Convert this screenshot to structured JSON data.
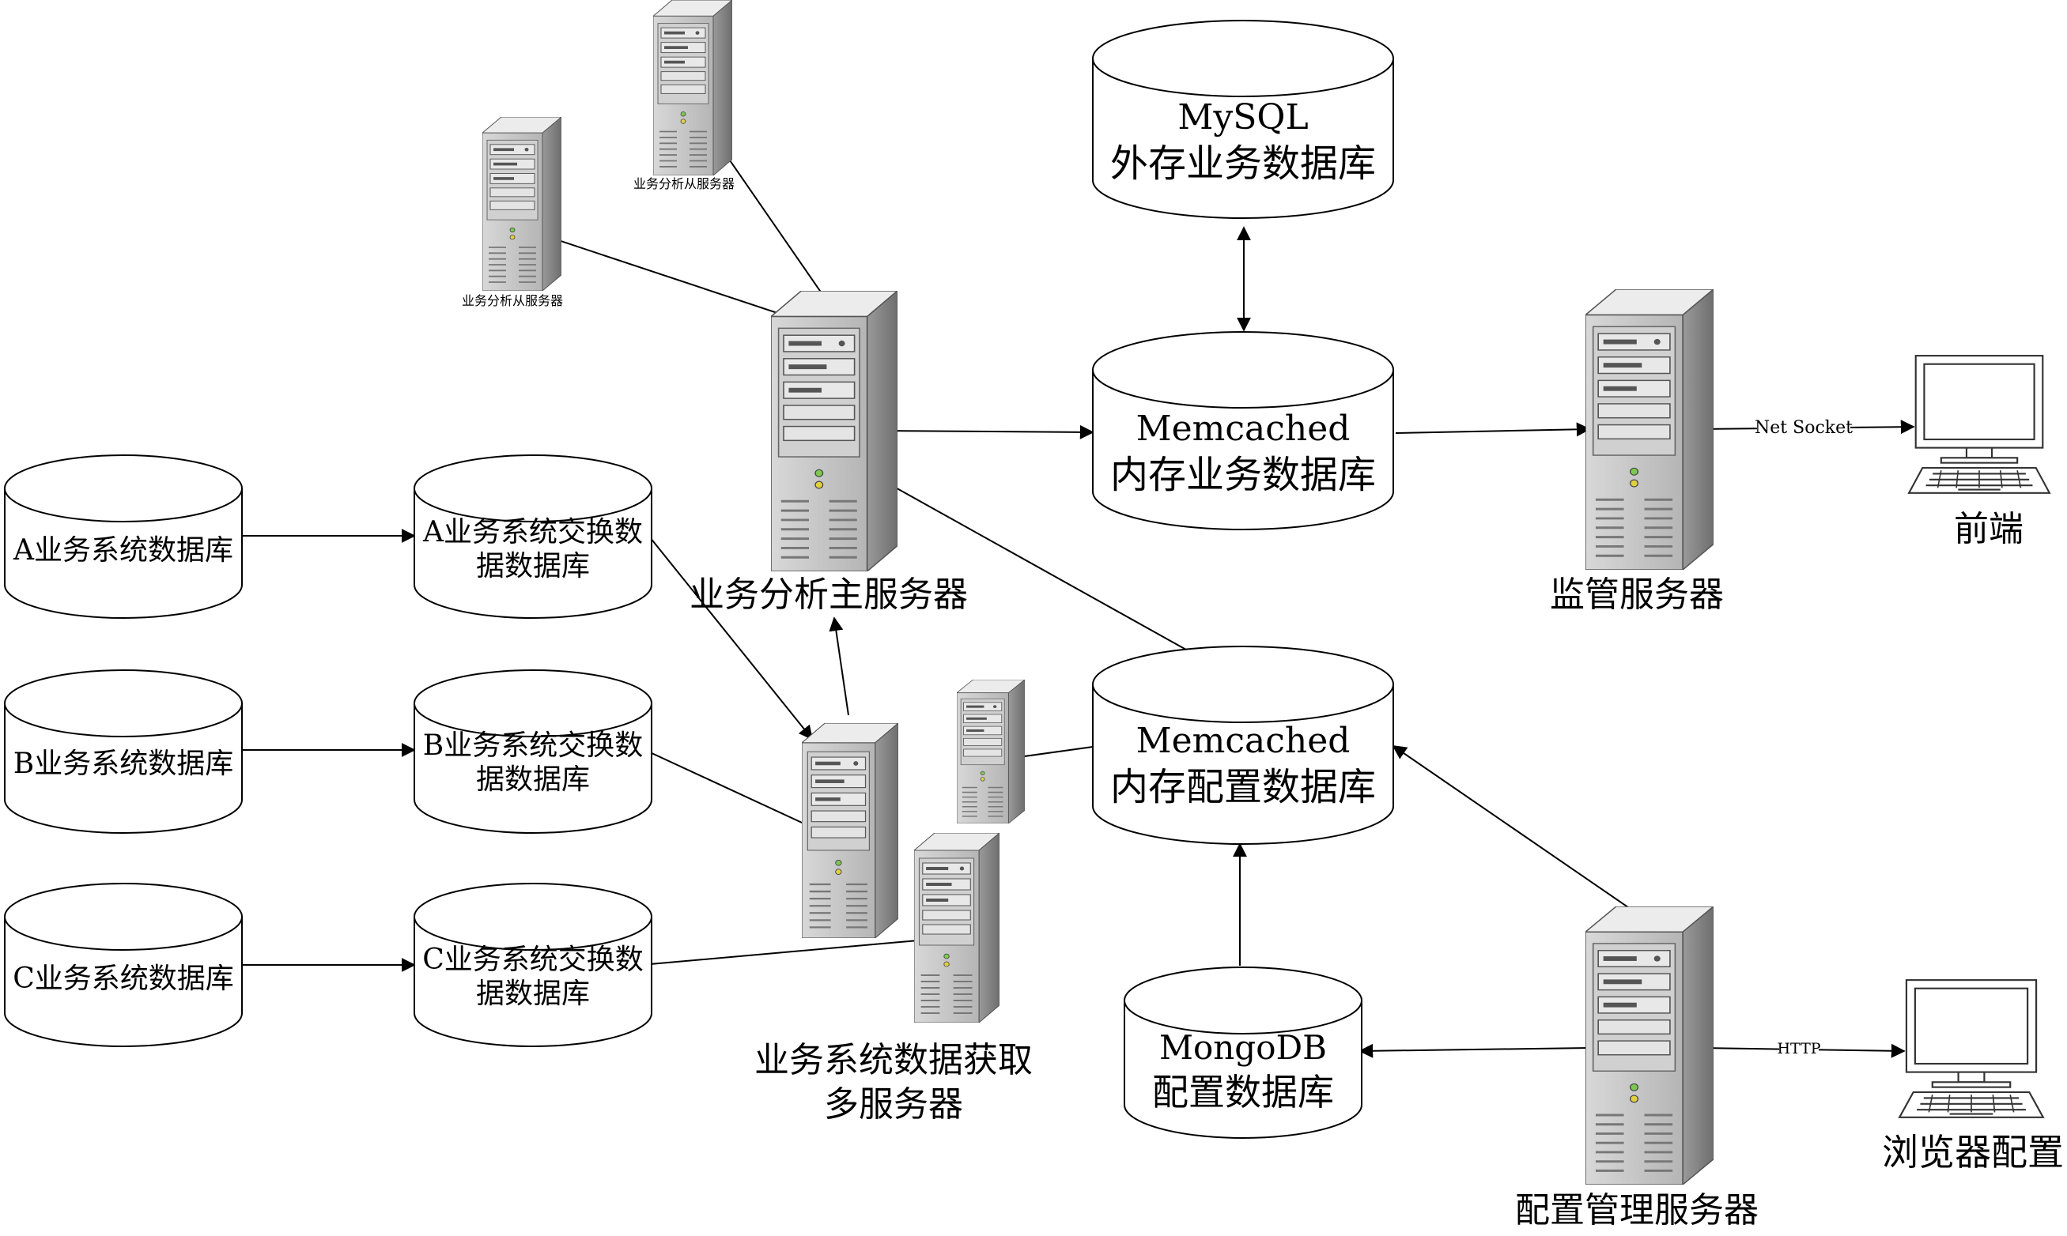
{
  "cylinders": {
    "mysql": {
      "line1": "MySQL",
      "line2": "外存业务数据库"
    },
    "memcached_biz": {
      "line1": "Memcached",
      "line2": "内存业务数据库"
    },
    "memcached_cfg": {
      "line1": "Memcached",
      "line2": "内存配置数据库"
    },
    "mongodb": {
      "line1": "MongoDB",
      "line2": "配置数据库"
    },
    "db_a": {
      "line1": "A业务系统数据库"
    },
    "db_b": {
      "line1": "B业务系统数据库"
    },
    "db_c": {
      "line1": "C业务系统数据库"
    },
    "xchg_a": {
      "line1": "A业务系统交换数",
      "line2": "据数据库"
    },
    "xchg_b": {
      "line1": "B业务系统交换数",
      "line2": "据数据库"
    },
    "xchg_c": {
      "line1": "C业务系统交换数",
      "line2": "据数据库"
    }
  },
  "servers": {
    "slave_1": {
      "label": "业务分析从服务器"
    },
    "slave_2": {
      "label": "业务分析从服务器"
    },
    "main": {
      "label": "业务分析主服务器"
    },
    "monitor": {
      "label": "监管服务器"
    },
    "fetch": {
      "line1": "业务系统数据获取",
      "line2": "多服务器"
    },
    "config": {
      "label": "配置管理服务器"
    }
  },
  "clients": {
    "frontend": {
      "label": "前端"
    },
    "browser": {
      "label": "浏览器配置",
      "color": "#7a1f1f"
    }
  },
  "edges": {
    "net_socket": "Net Socket",
    "http": "HTTP"
  },
  "colors": {
    "line": "#000000",
    "server_side": "#8a8a8a",
    "server_front": "#c6c6c6",
    "server_top": "#e4e4e4"
  }
}
